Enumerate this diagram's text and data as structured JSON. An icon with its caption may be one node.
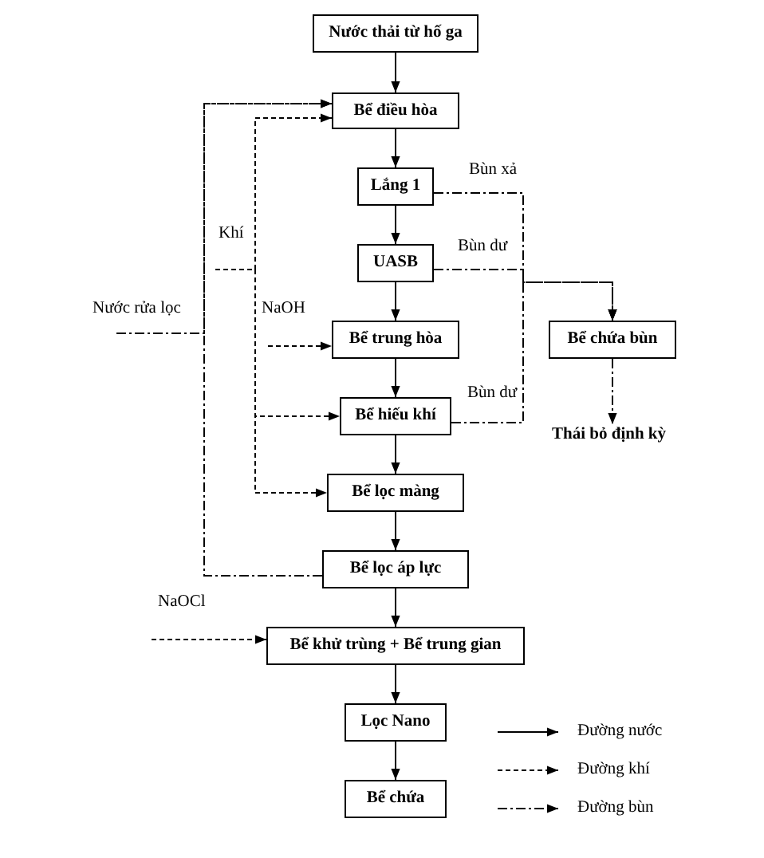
{
  "diagram": {
    "nodes": [
      {
        "text": [
          "Nước thải từ hố ga"
        ]
      },
      {
        "text": [
          "Bể điều hòa"
        ]
      },
      {
        "text": [
          "Lắng 1"
        ]
      },
      {
        "text": [
          "UASB"
        ]
      },
      {
        "text": [
          "Bể trung hòa"
        ]
      },
      {
        "text": [
          "Bể hiếu khí"
        ]
      },
      {
        "text": [
          "Bể lọc màng"
        ]
      },
      {
        "text": [
          "Bể lọc áp lực"
        ]
      },
      {
        "text": [
          "Bể khử trùng + Bể trung gian"
        ]
      },
      {
        "text": [
          "Lọc Nano"
        ]
      },
      {
        "text": [
          "Bể chứa"
        ]
      },
      {
        "text": [
          "Bể chứa bùn"
        ]
      },
      {
        "text": [
          "Thái bỏ định kỳ"
        ]
      },
      {
        "text": [
          "Nước rửa lọc"
        ]
      },
      {
        "text": [
          "Khí"
        ]
      },
      {
        "text": [
          "NaOH"
        ]
      },
      {
        "text": [
          "NaOCl"
        ]
      }
    ],
    "edges": [
      {
        "from": 0,
        "to": 1,
        "arrow": "to"
      },
      {
        "from": 1,
        "to": 2,
        "arrow": "to"
      },
      {
        "from": 2,
        "to": 3,
        "arrow": "to"
      },
      {
        "from": 3,
        "to": 4,
        "arrow": "to"
      },
      {
        "from": 4,
        "to": 5,
        "arrow": "to"
      },
      {
        "from": 5,
        "to": 6,
        "arrow": "to"
      },
      {
        "from": 6,
        "to": 7,
        "arrow": "to"
      },
      {
        "from": 7,
        "to": 8,
        "arrow": "to"
      },
      {
        "from": 8,
        "to": 9,
        "arrow": "to"
      },
      {
        "from": 9,
        "to": 10,
        "arrow": "to"
      },
      {
        "from": 7,
        "to": 1,
        "arrow": "to",
        "style": "dashed"
      },
      {
        "from": 13,
        "to": 1,
        "arrow": "to",
        "style": "dashed"
      },
      {
        "from": 14,
        "to": 1,
        "arrow": "to",
        "style": "dashed"
      },
      {
        "from": 14,
        "to": 5,
        "arrow": "to",
        "style": "dashed"
      },
      {
        "from": 14,
        "to": 6,
        "arrow": "to",
        "style": "dashed"
      },
      {
        "from": 15,
        "to": 4,
        "arrow": "to",
        "style": "dashed"
      },
      {
        "from": 16,
        "to": 8,
        "arrow": "to",
        "style": "dashed"
      },
      {
        "from": 2,
        "to": 11,
        "arrow": "to",
        "style": "dashed",
        "label": "Bùn xả"
      },
      {
        "from": 3,
        "to": 11,
        "arrow": "to",
        "style": "dashed",
        "label": "Bùn dư"
      },
      {
        "from": 5,
        "to": 11,
        "arrow": "to",
        "style": "dashed",
        "label": "Bùn dư"
      },
      {
        "from": 11,
        "to": 12,
        "arrow": "to",
        "style": "dashed"
      }
    ],
    "legend": [
      {
        "text": "Đường nước"
      },
      {
        "text": "Đường khí"
      },
      {
        "text": "Đường bùn"
      }
    ]
  }
}
